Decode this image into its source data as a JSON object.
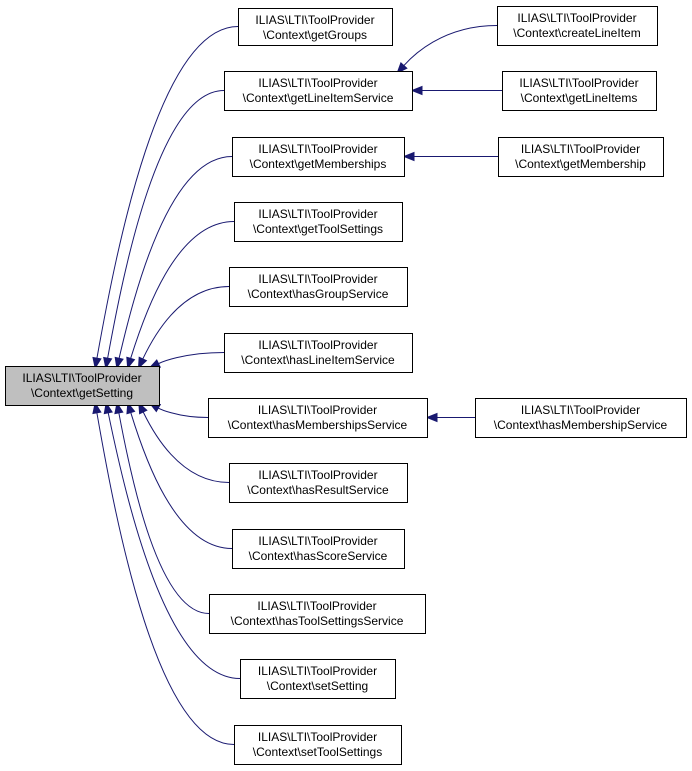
{
  "graph": {
    "edge_color": "#191970",
    "root_fill": "#bfbfbf",
    "nodes": [
      {
        "id": "getSetting",
        "line1": "ILIAS\\LTI\\ToolProvider",
        "line2": "\\Context\\getSetting",
        "root": true
      },
      {
        "id": "getGroups",
        "line1": "ILIAS\\LTI\\ToolProvider",
        "line2": "\\Context\\getGroups"
      },
      {
        "id": "getLineItemService",
        "line1": "ILIAS\\LTI\\ToolProvider",
        "line2": "\\Context\\getLineItemService"
      },
      {
        "id": "getMemberships",
        "line1": "ILIAS\\LTI\\ToolProvider",
        "line2": "\\Context\\getMemberships"
      },
      {
        "id": "getToolSettings",
        "line1": "ILIAS\\LTI\\ToolProvider",
        "line2": "\\Context\\getToolSettings"
      },
      {
        "id": "hasGroupService",
        "line1": "ILIAS\\LTI\\ToolProvider",
        "line2": "\\Context\\hasGroupService"
      },
      {
        "id": "hasLineItemService",
        "line1": "ILIAS\\LTI\\ToolProvider",
        "line2": "\\Context\\hasLineItemService"
      },
      {
        "id": "hasMembershipsService",
        "line1": "ILIAS\\LTI\\ToolProvider",
        "line2": "\\Context\\hasMembershipsService"
      },
      {
        "id": "hasResultService",
        "line1": "ILIAS\\LTI\\ToolProvider",
        "line2": "\\Context\\hasResultService"
      },
      {
        "id": "hasScoreService",
        "line1": "ILIAS\\LTI\\ToolProvider",
        "line2": "\\Context\\hasScoreService"
      },
      {
        "id": "hasToolSettingsService",
        "line1": "ILIAS\\LTI\\ToolProvider",
        "line2": "\\Context\\hasToolSettingsService"
      },
      {
        "id": "setSetting",
        "line1": "ILIAS\\LTI\\ToolProvider",
        "line2": "\\Context\\setSetting"
      },
      {
        "id": "setToolSettings",
        "line1": "ILIAS\\LTI\\ToolProvider",
        "line2": "\\Context\\setToolSettings"
      },
      {
        "id": "createLineItem",
        "line1": "ILIAS\\LTI\\ToolProvider",
        "line2": "\\Context\\createLineItem"
      },
      {
        "id": "getLineItems",
        "line1": "ILIAS\\LTI\\ToolProvider",
        "line2": "\\Context\\getLineItems"
      },
      {
        "id": "getMembership",
        "line1": "ILIAS\\LTI\\ToolProvider",
        "line2": "\\Context\\getMembership"
      },
      {
        "id": "hasMembershipService",
        "line1": "ILIAS\\LTI\\ToolProvider",
        "line2": "\\Context\\hasMembershipService"
      }
    ],
    "edges": [
      {
        "from": "getGroups",
        "to": "getSetting"
      },
      {
        "from": "getLineItemService",
        "to": "getSetting"
      },
      {
        "from": "getMemberships",
        "to": "getSetting"
      },
      {
        "from": "getToolSettings",
        "to": "getSetting"
      },
      {
        "from": "hasGroupService",
        "to": "getSetting"
      },
      {
        "from": "hasLineItemService",
        "to": "getSetting"
      },
      {
        "from": "hasMembershipsService",
        "to": "getSetting"
      },
      {
        "from": "hasResultService",
        "to": "getSetting"
      },
      {
        "from": "hasScoreService",
        "to": "getSetting"
      },
      {
        "from": "hasToolSettingsService",
        "to": "getSetting"
      },
      {
        "from": "setSetting",
        "to": "getSetting"
      },
      {
        "from": "setToolSettings",
        "to": "getSetting"
      },
      {
        "from": "createLineItem",
        "to": "getLineItemService"
      },
      {
        "from": "getLineItems",
        "to": "getLineItemService"
      },
      {
        "from": "getMembership",
        "to": "getMemberships"
      },
      {
        "from": "hasMembershipService",
        "to": "hasMembershipsService"
      }
    ]
  }
}
